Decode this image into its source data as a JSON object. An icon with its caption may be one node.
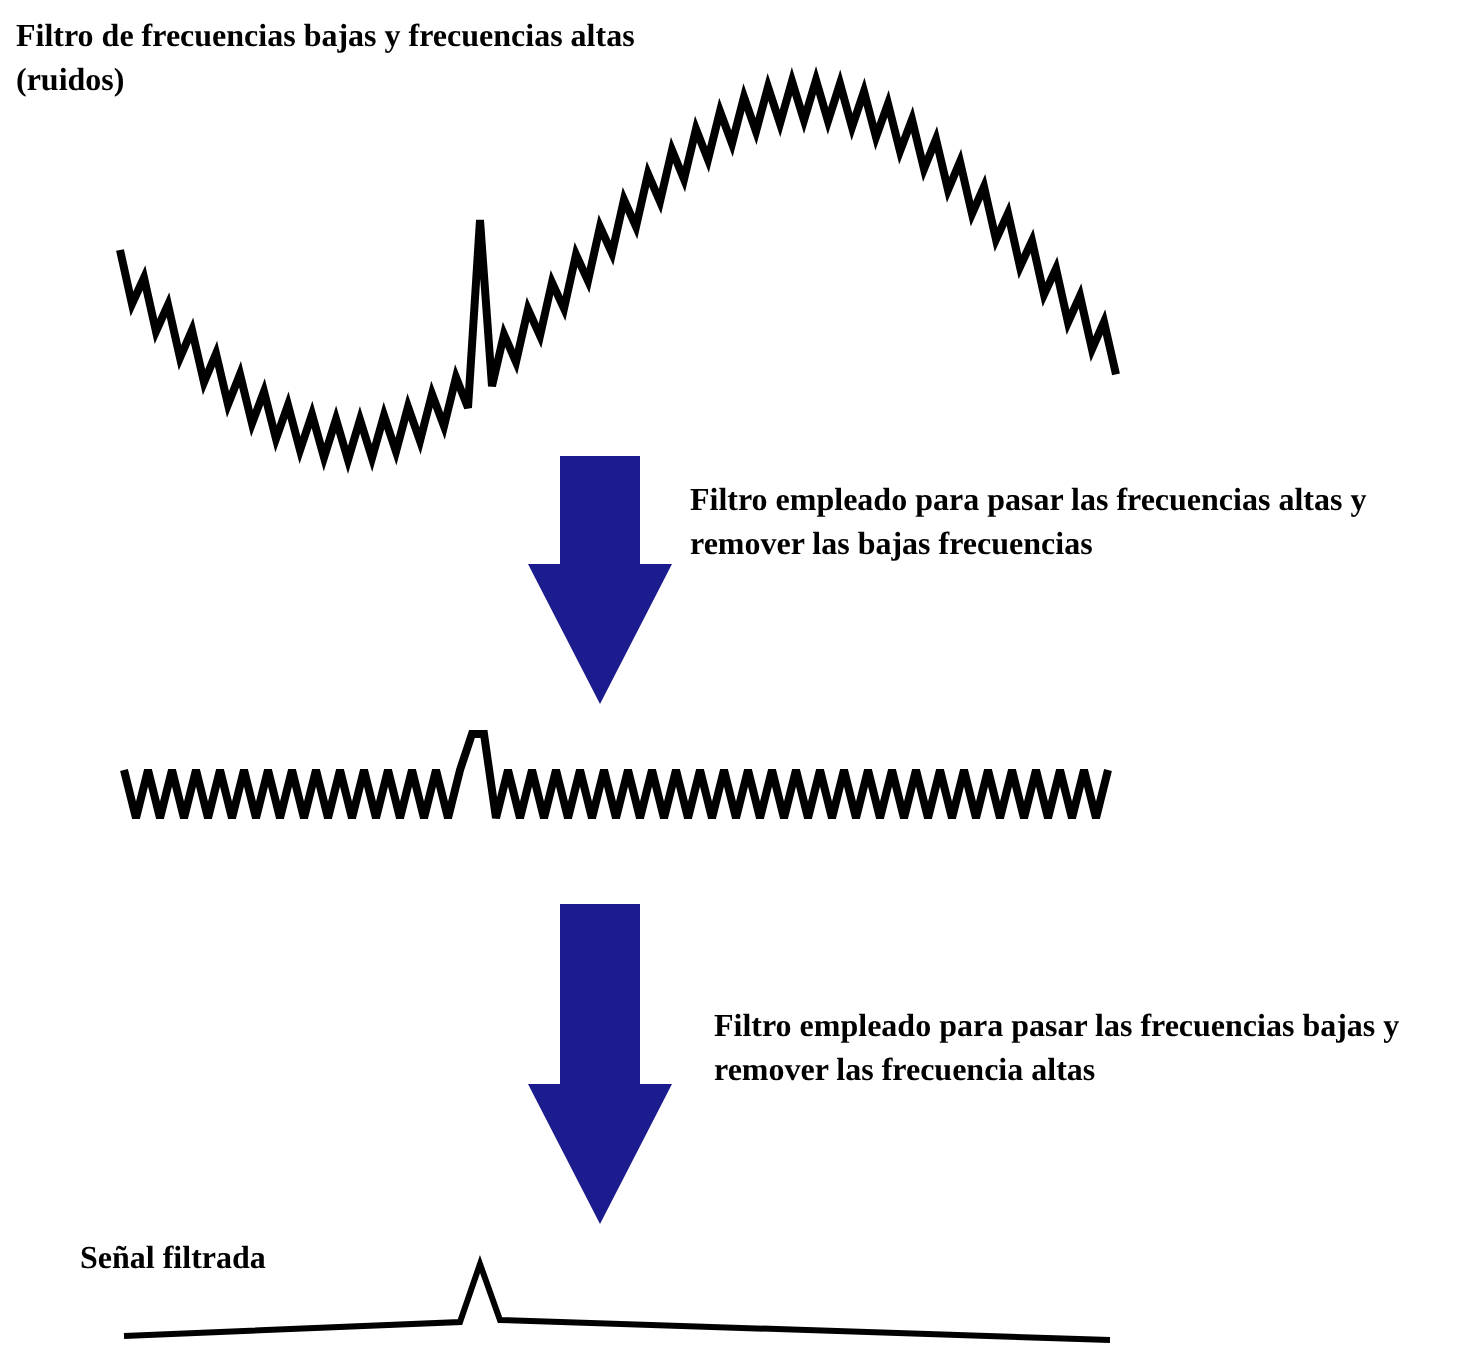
{
  "diagram": {
    "nodes": [
      {
        "text": [
          "Filtro de frecuencias bajas y frecuencias altas (ruidos)"
        ]
      },
      {
        "text": [],
        "shape": "picture"
      },
      {
        "text": [
          "Señal filtrada"
        ]
      }
    ],
    "edges": [
      {
        "from": 0,
        "to": 1,
        "arrow": "to",
        "label": "Filtro empleado para pasar las frecuencias altas y remover las bajas frecuencias",
        "style": "thick"
      },
      {
        "from": 1,
        "to": 2,
        "arrow": "to",
        "label": "Filtro empleado para pasar las frecuencias bajas y remover las frecuencia altas",
        "style": "thick"
      }
    ]
  }
}
